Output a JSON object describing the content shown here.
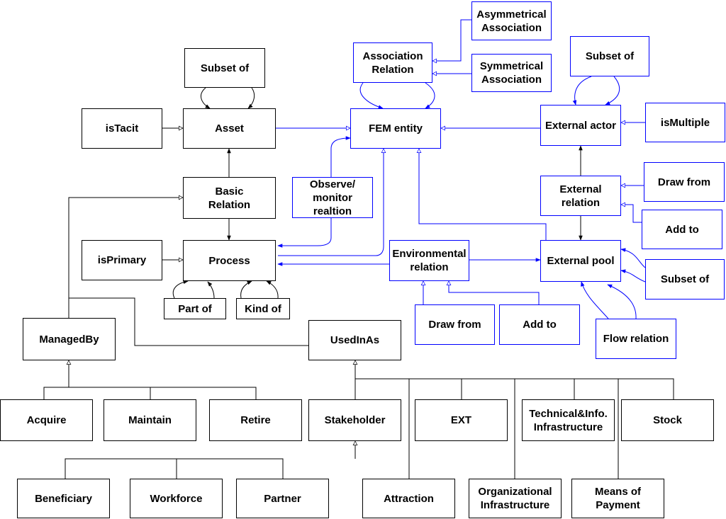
{
  "colors": {
    "black": "#000000",
    "blue": "#0000ff",
    "background": "#ffffff"
  },
  "nodes": {
    "asymmetrical_association": "Asymmetrical\nAssociation",
    "association_relation": "Association\nRelation",
    "symmetrical_association": "Symmetrical\nAssociation",
    "subset_of_external": "Subset of",
    "subset_of_asset": "Subset of",
    "is_tacit": "isTacit",
    "asset": "Asset",
    "fem_entity": "FEM entity",
    "external_actor": "External actor",
    "is_multiple": "isMultiple",
    "basic_relation": "Basic\nRelation",
    "observe_monitor": "Observe/\nmonitor\nrealtion",
    "draw_from_external": "Draw from",
    "external_relation": "External\nrelation",
    "add_to_external": "Add to",
    "is_primary": "isPrimary",
    "process": "Process",
    "environmental_relation": "Environmental\nrelation",
    "external_pool": "External pool",
    "subset_of_pool": "Subset of",
    "part_of": "Part of",
    "kind_of": "Kind of",
    "draw_from_env": "Draw from",
    "add_to_env": "Add to",
    "flow_relation": "Flow relation",
    "managed_by": "ManagedBy",
    "used_in_as": "UsedInAs",
    "acquire": "Acquire",
    "maintain": "Maintain",
    "retire": "Retire",
    "stakeholder": "Stakeholder",
    "ext": "EXT",
    "tech_info_infrastructure": "Technical&Info.\nInfrastructure",
    "stock": "Stock",
    "beneficiary": "Beneficiary",
    "workforce": "Workforce",
    "partner": "Partner",
    "attraction": "Attraction",
    "organizational_infrastructure": "Organizational\nInfrastructure",
    "means_of_payment": "Means of\nPayment"
  }
}
